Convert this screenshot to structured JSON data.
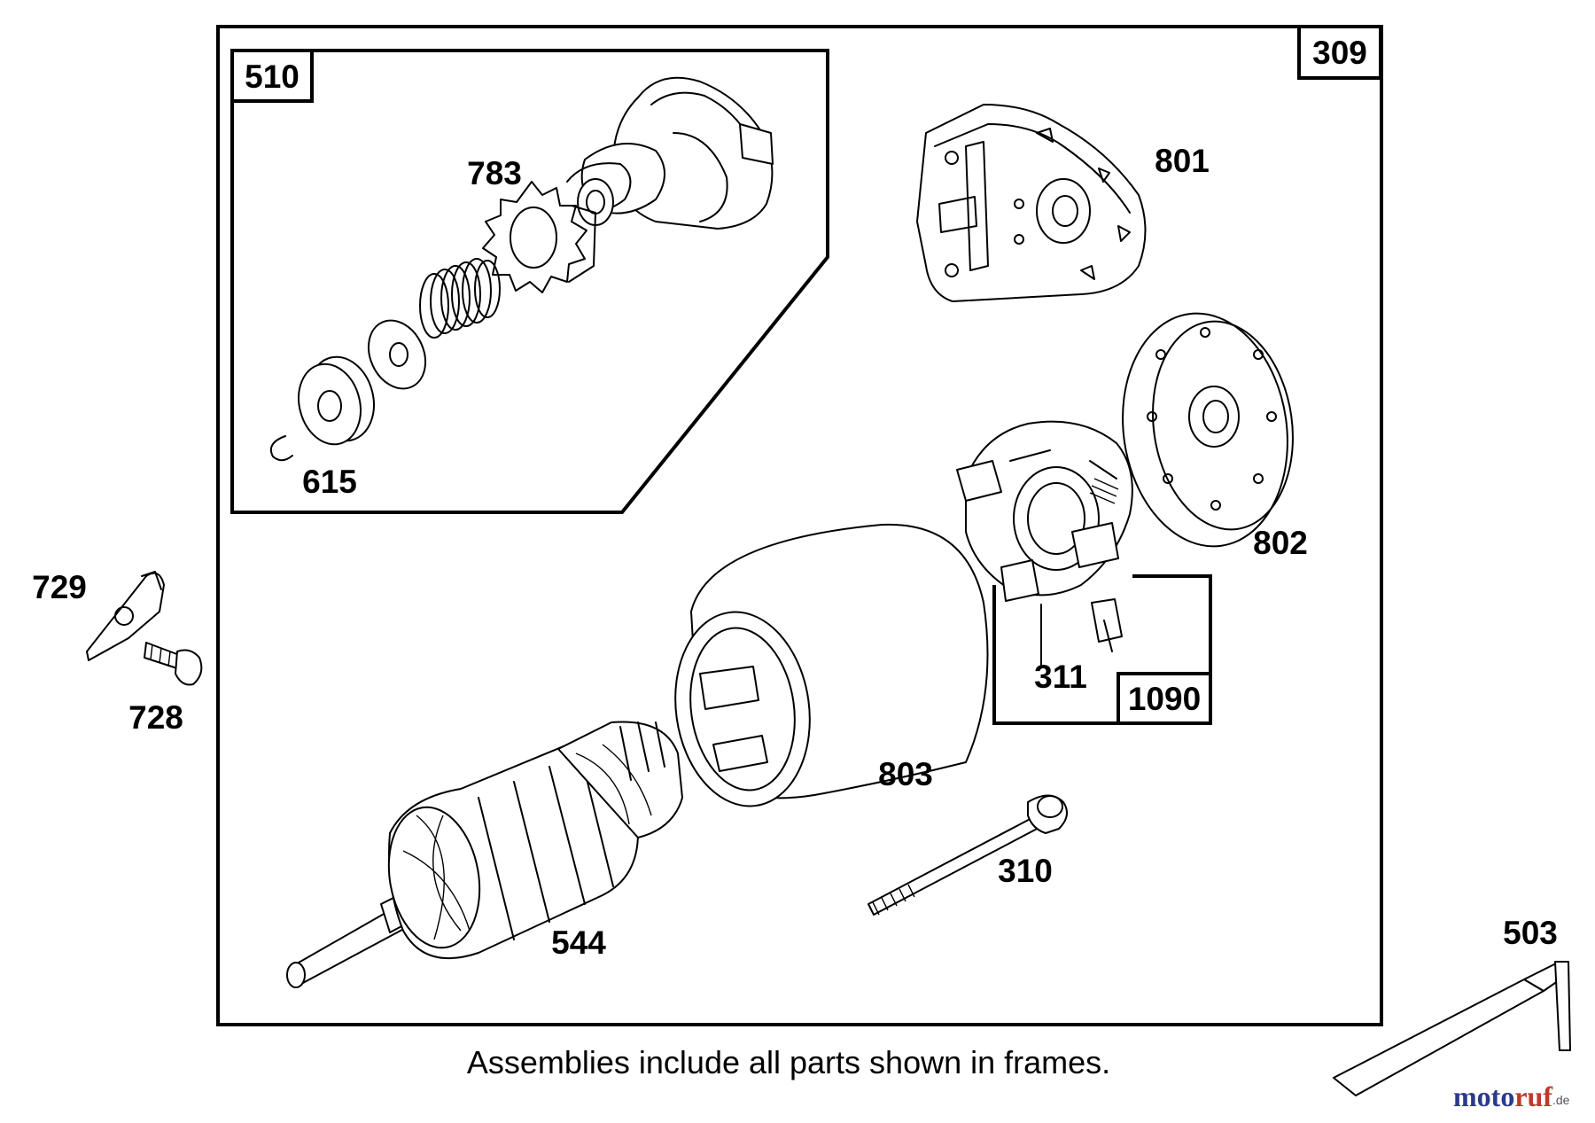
{
  "diagram": {
    "frames": {
      "outer": "309",
      "pinion_assembly": "510",
      "brush_assembly": "1090"
    },
    "parts": {
      "retainer": "615",
      "drive_gear": "783",
      "end_cap_drive": "801",
      "end_cap_brush": "802",
      "housing": "803",
      "armature": "544",
      "thru_bolt": "310",
      "brush": "311",
      "bracket": "729",
      "screw": "728",
      "strap": "503"
    },
    "caption": "Assemblies include all parts shown in frames.",
    "watermark": {
      "part1": "moto",
      "part2": "ruf",
      "suffix": ".de"
    }
  }
}
